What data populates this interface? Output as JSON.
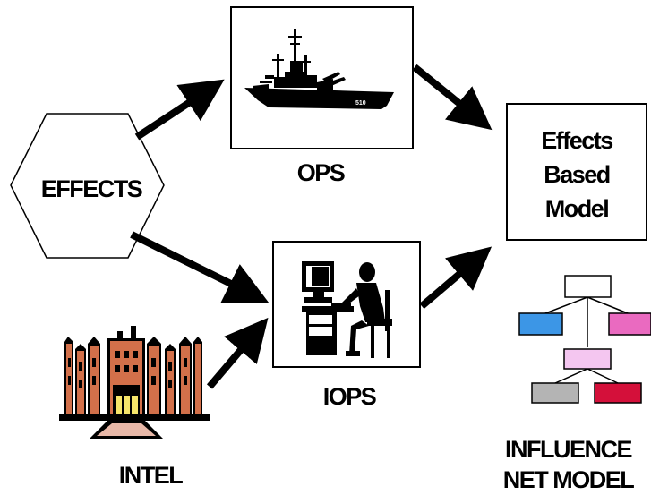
{
  "effects": {
    "label": "EFFECTS"
  },
  "ops": {
    "label": "OPS"
  },
  "iops": {
    "label": "IOPS"
  },
  "intel": {
    "label": "INTEL"
  },
  "model": {
    "line1": "Effects",
    "line2": "Based",
    "line3": "Model"
  },
  "influence": {
    "line1": "INFLUENCE",
    "line2": "NET MODEL"
  },
  "ship_hull_number": "510",
  "colors": {
    "building_brick": "#d2704a",
    "building_windows": "#f5e56a",
    "building_base": "#e8b8a8",
    "node_top": "#ffffff",
    "node_left": "#3c96e6",
    "node_right": "#ea6ac0",
    "node_middle": "#f4c6f0",
    "node_bottom_left": "#b4b4b4",
    "node_bottom_right": "#d4103a"
  }
}
